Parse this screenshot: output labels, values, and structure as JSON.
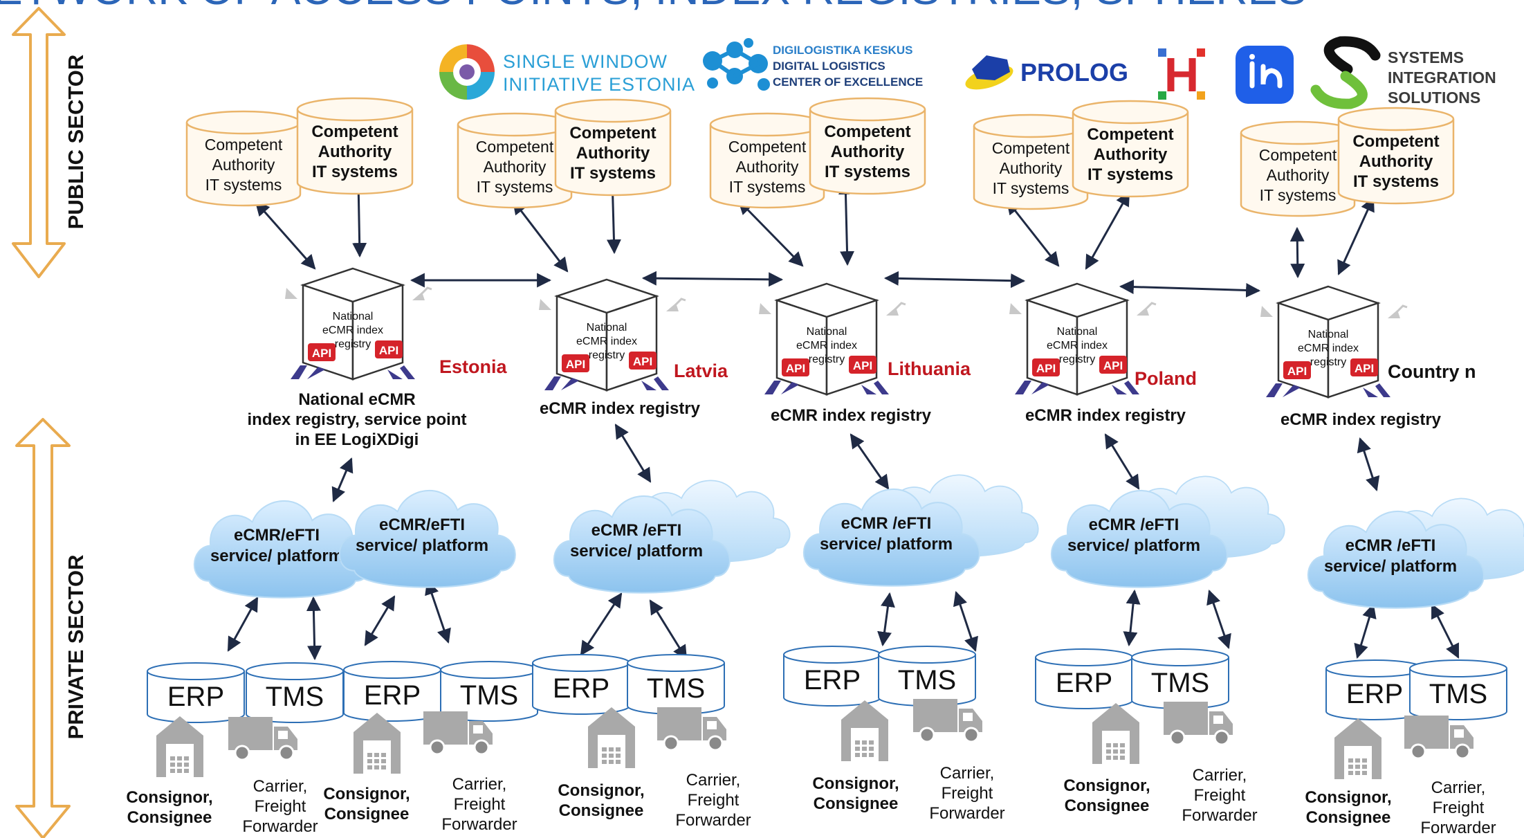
{
  "title": "ETWORK OF ACCESS POINTS, INDEX REGISTRIES, SPHERES",
  "sectors": {
    "public": "PUBLIC SECTOR",
    "private": "PRIVATE SECTOR"
  },
  "logos": {
    "single_window": [
      "SINGLE WINDOW",
      "INITIATIVE ESTONIA"
    ],
    "digilogistika": [
      "DIGILOGISTIKA KESKUS",
      "DIGITAL LOGISTICS",
      "CENTER OF EXCELLENCE"
    ],
    "prolog": "PROLOG",
    "h_mark": "H",
    "systems_integration": [
      "SYSTEMS",
      "INTEGRATION",
      "SOLUTIONS"
    ]
  },
  "cylinder_text": [
    "Competent",
    "Authority",
    "IT systems"
  ],
  "cube_text": [
    "National",
    "eCMR index",
    "registry"
  ],
  "api_label": "API",
  "erp_label": "ERP",
  "tms_label": "TMS",
  "consignor_text": [
    "Consignor,",
    "Consignee"
  ],
  "carrier_text": [
    "Carrier,",
    "Freight",
    "Forwarder"
  ],
  "cloud_text": {
    "ee": [
      "eCMR/eFTI",
      "service/ platform"
    ],
    "other": [
      "eCMR /eFTI",
      "service/ platform"
    ]
  },
  "colors": {
    "country_red": "#c0171f",
    "api_red": "#d5232a",
    "cyl_border": "#eab46a",
    "cloud": "#a9d4f4"
  },
  "countries": [
    {
      "name": "Estonia",
      "registry_label": [
        "National eCMR",
        "index registry, service point",
        "in EE LogiXDigi"
      ]
    },
    {
      "name": "Latvia",
      "registry_label": [
        "eCMR index registry"
      ]
    },
    {
      "name": "Lithuania",
      "registry_label": [
        "eCMR index registry"
      ]
    },
    {
      "name": "Poland",
      "registry_label": [
        "eCMR index registry"
      ]
    },
    {
      "name": "Country n",
      "registry_label": [
        "eCMR index registry"
      ]
    }
  ]
}
